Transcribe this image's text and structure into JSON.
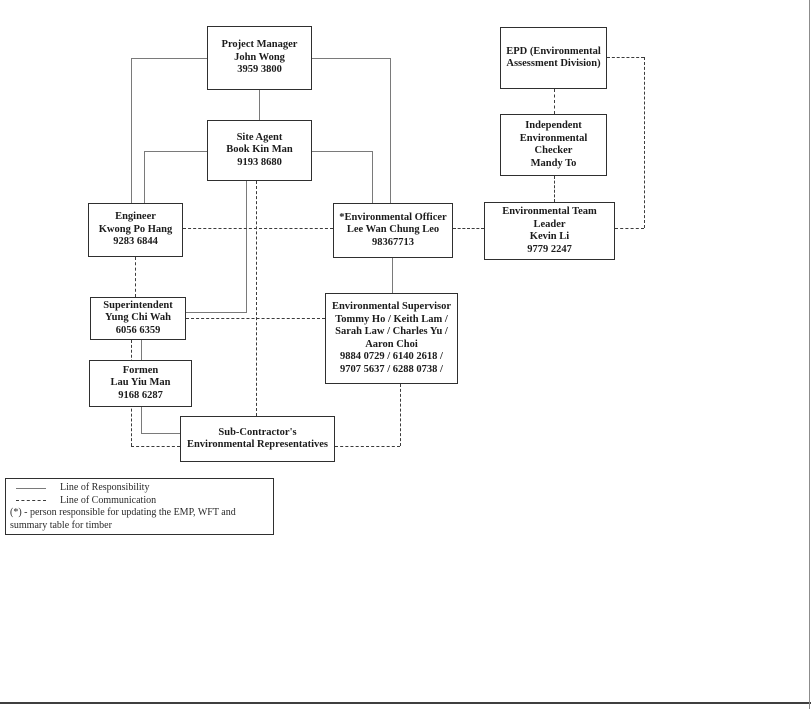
{
  "org": {
    "project_manager": {
      "title": "Project Manager",
      "name": "John Wong",
      "phone": "3959 3800"
    },
    "site_agent": {
      "title": "Site Agent",
      "name": "Book Kin Man",
      "phone": "9193 8680"
    },
    "engineer": {
      "title": "Engineer",
      "name": "Kwong Po Hang",
      "phone": "9283 6844"
    },
    "environmental_officer": {
      "title": "*Environmental Officer",
      "name": "Lee Wan Chung Leo",
      "phone": "98367713"
    },
    "epd": {
      "line1": "EPD (Environmental",
      "line2": "Assessment Division)"
    },
    "independent_environmental_checker": {
      "line1": "Independent",
      "line2": "Environmental",
      "line3": "Checker",
      "name": "Mandy To"
    },
    "environmental_team_leader": {
      "line1": "Environmental Team",
      "line2": "Leader",
      "name": "Kevin Li",
      "phone": "9779 2247"
    },
    "superintendent": {
      "title": "Superintendent",
      "name": "Yung Chi Wah",
      "phone": "6056 6359"
    },
    "environmental_supervisor": {
      "title": "Environmental Supervisor",
      "names1": "Tommy Ho / Keith Lam /",
      "names2": "Sarah Law / Charles Yu /",
      "names3": "Aaron Choi",
      "phones1": "9884 0729 / 6140 2618 /",
      "phones2": "9707 5637 / 6288 0738 /"
    },
    "formen": {
      "title": "Formen",
      "name": "Lau Yiu Man",
      "phone": "9168 6287"
    },
    "subcontractor": {
      "line1": "Sub-Contractor's",
      "line2": "Environmental Representatives"
    }
  },
  "legend": {
    "responsibility_label": "Line of Responsibility",
    "communication_label": "Line of Communication",
    "note_line1": "(*) - person responsible for updating the EMP, WFT and",
    "note_line2": "summary table for timber"
  },
  "colors": {
    "line_solid": "#7a7a7a",
    "line_dashed": "#3c3c3c",
    "box_border": "#2f2f2f",
    "text": "#1c1c1c",
    "page_border_bottom": "#3f3f3f",
    "page_border_right": "#8c8c8c",
    "bg": "#ffffff"
  }
}
